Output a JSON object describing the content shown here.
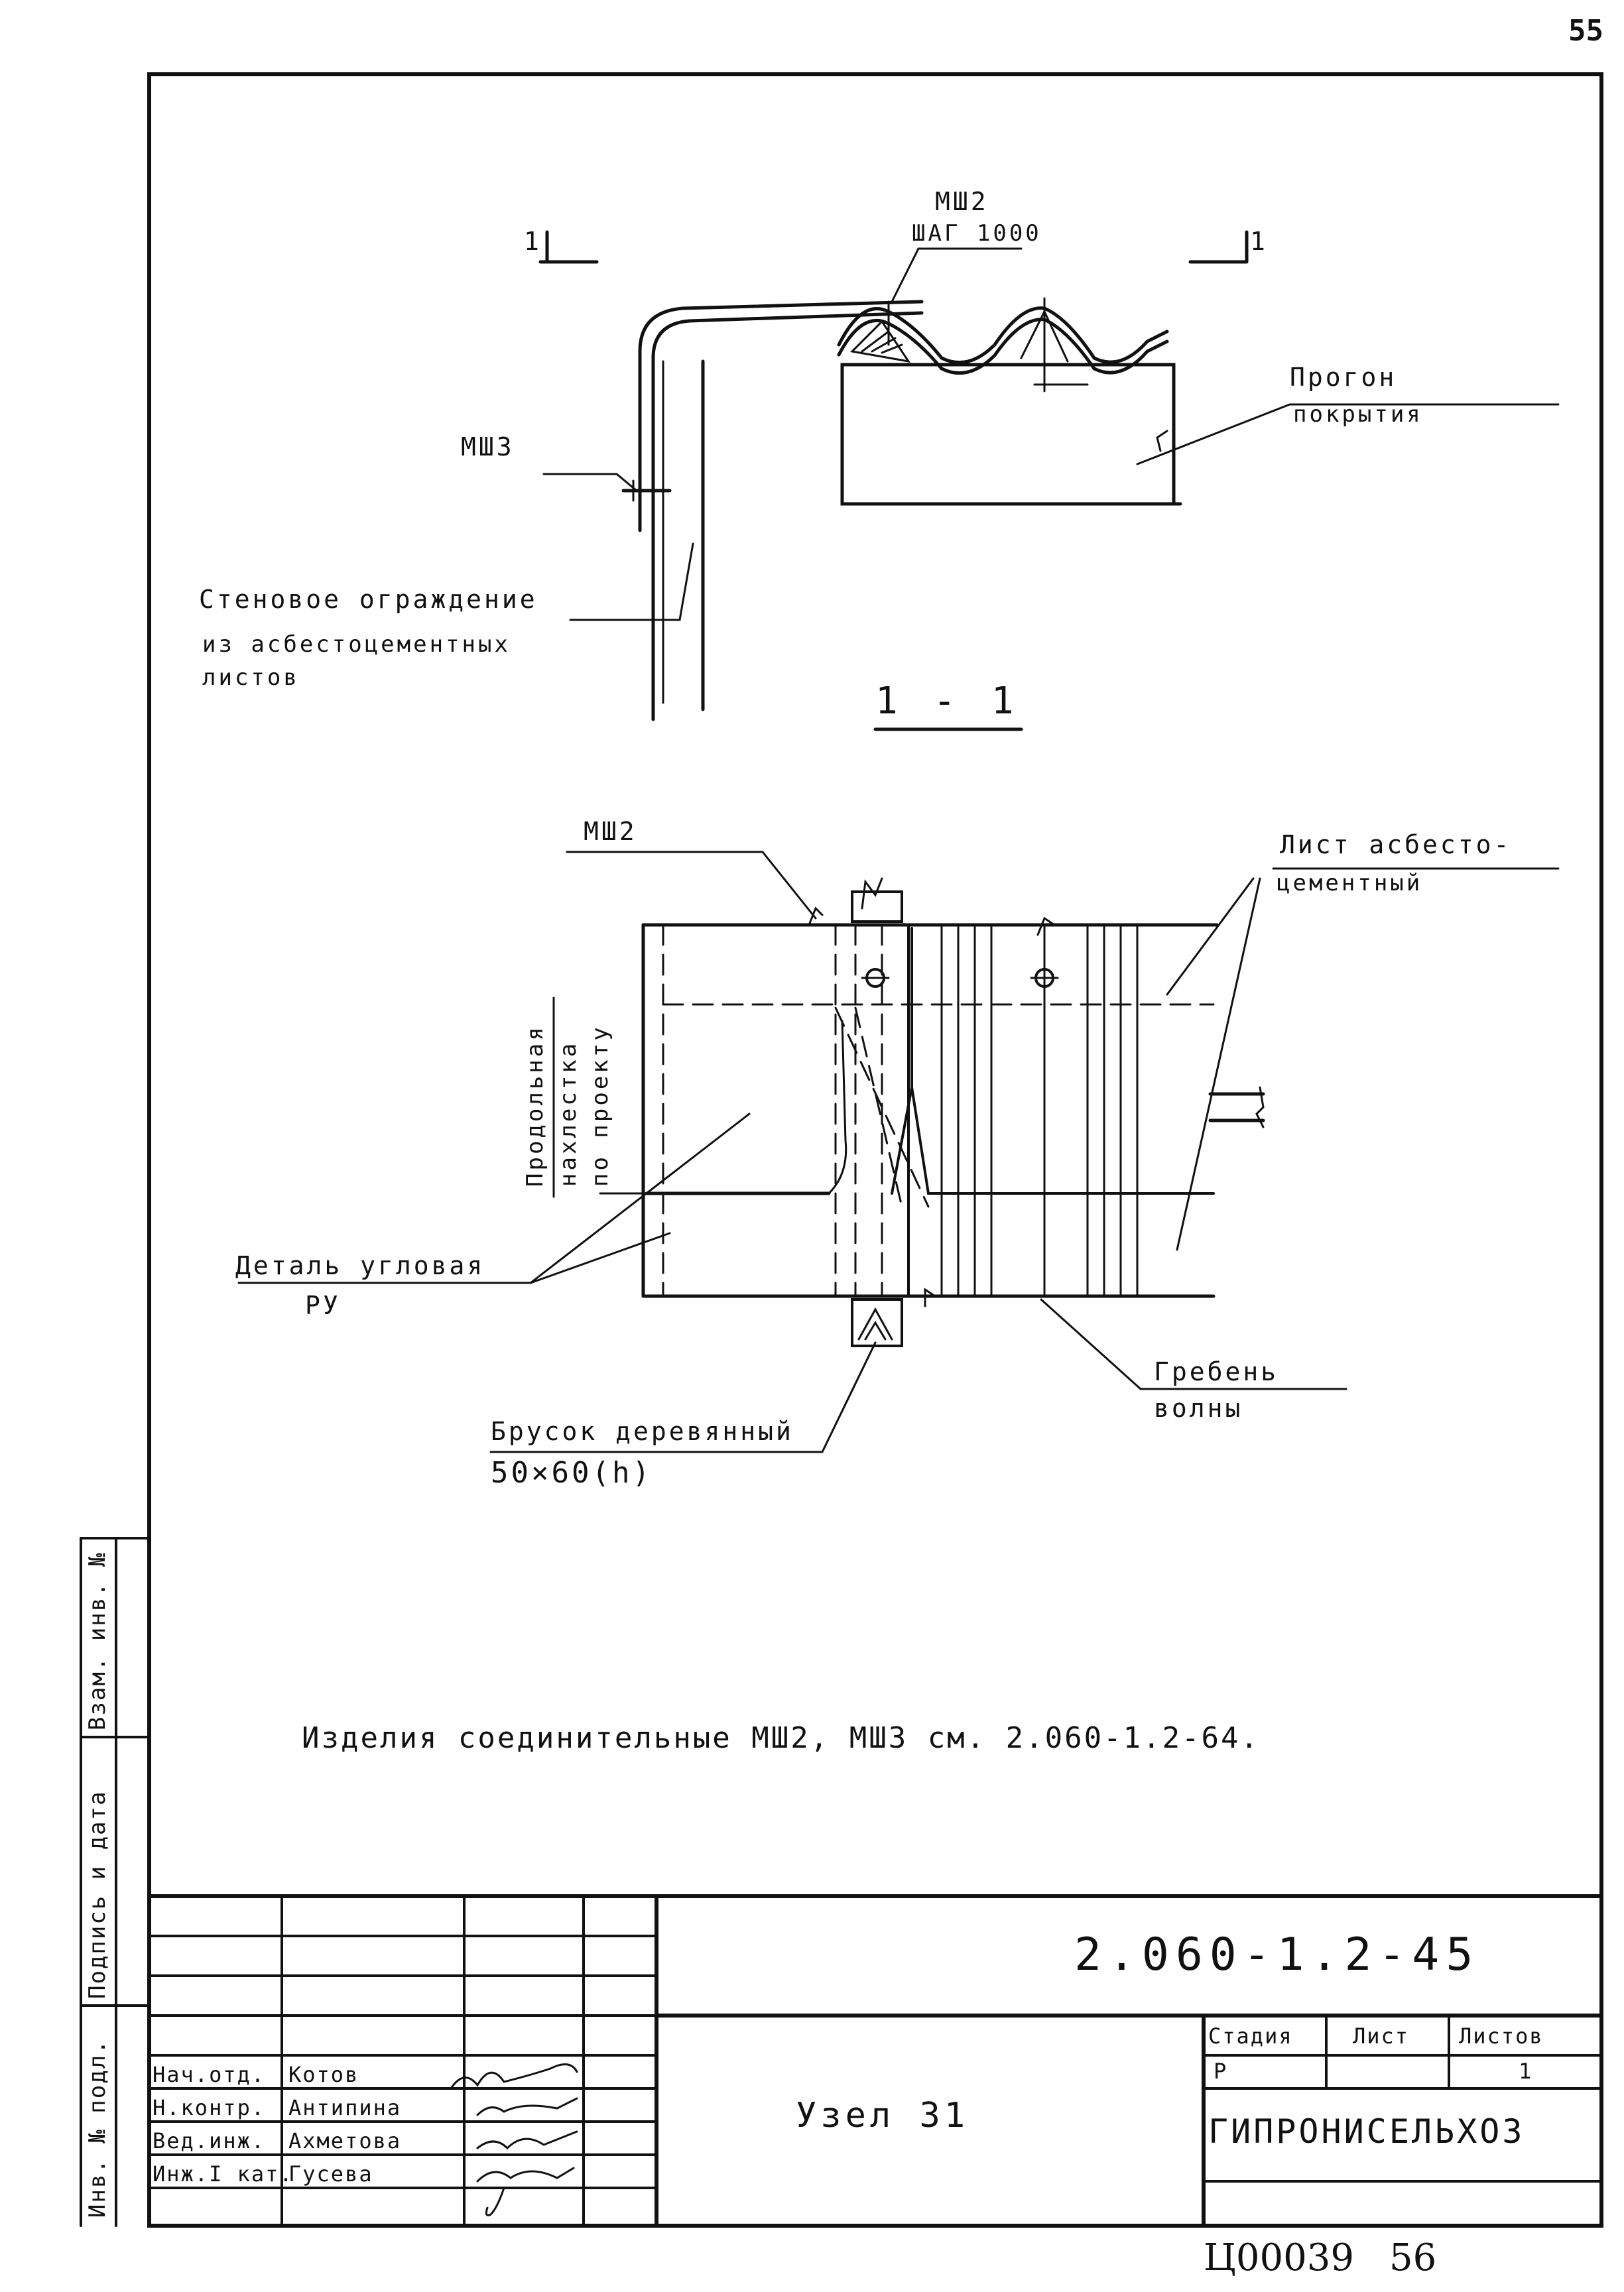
{
  "page_number_top": "55",
  "page_number_bottom": "56",
  "archive_code": "Ц00039",
  "section_mark_left": "1",
  "section_mark_right": "1",
  "section_title": "1 - 1",
  "labels": {
    "msh2_top": "МШ2",
    "step": "ШАГ 1000",
    "purlin_1": "Прогон",
    "purlin_2": "покрытия",
    "msh3": "МШ3",
    "wall_1": "Стеновое ограждение",
    "wall_2": "из асбестоцементных",
    "wall_3": "листов",
    "msh2_plan": "МШ2",
    "sheet_1": "Лист асбесто-",
    "sheet_2": "цементный",
    "overlap_1": "Продольная",
    "overlap_2": "нахлестка",
    "overlap_3": "по проекту",
    "corner_1": "Деталь угловая",
    "corner_2": "РУ",
    "crest_1": "Гребень",
    "crest_2": "волны",
    "bar_1": "Брусок деревянный",
    "bar_2": "50×60(h)"
  },
  "note": "Изделия соединительные МШ2, МШ3 см. 2.060-1.2-64.",
  "side_stamp": {
    "inv_podl": "Инв. № подл.",
    "podpis": "Подпись и дата",
    "vzam": "Взам. инв. №"
  },
  "title_block": {
    "doc_code": "2.060-1.2-45",
    "node_title": "Узел 31",
    "stage_header": "Стадия",
    "sheet_header": "Лист",
    "sheets_header": "Листов",
    "stage_value": "Р",
    "sheets_value": "1",
    "organization": "ГИПРОНИСЕЛЬХОЗ",
    "people": [
      {
        "role": "Нач.отд.",
        "name": "Котов"
      },
      {
        "role": "Н.контр.",
        "name": "Антипина"
      },
      {
        "role": "Вед.инж.",
        "name": "Ахметова"
      },
      {
        "role": "Инж.I кат.",
        "name": "Гусева"
      }
    ]
  }
}
